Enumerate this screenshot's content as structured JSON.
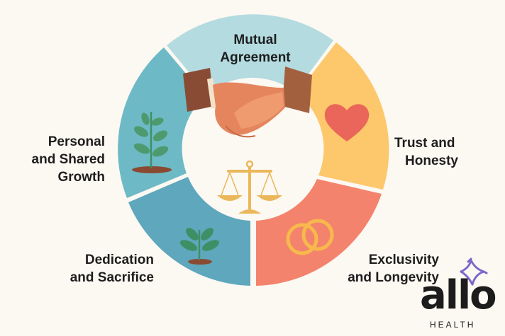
{
  "diagram": {
    "center_icon": "balance-scale-icon",
    "top_icon": "handshake-icon",
    "segments": [
      {
        "id": "mutual-agreement",
        "lines": [
          "Mutual",
          "Agreement"
        ],
        "color": "#b3dbe0",
        "icon": "handshake-icon"
      },
      {
        "id": "trust-honesty",
        "lines": [
          "Trust and",
          "Honesty"
        ],
        "color": "#fcc86b",
        "icon": "heart-icon"
      },
      {
        "id": "exclusivity-longevity",
        "lines": [
          "Exclusivity",
          "and Longevity"
        ],
        "color": "#f3836c",
        "icon": "rings-icon"
      },
      {
        "id": "dedication-sacrifice",
        "lines": [
          "Dedication",
          "and Sacrifice"
        ],
        "color": "#5ea7bd",
        "icon": "sprout-icon"
      },
      {
        "id": "personal-shared-growth",
        "lines": [
          "Personal",
          "and Shared",
          "Growth"
        ],
        "color": "#6dbac6",
        "icon": "plant-icon"
      }
    ]
  },
  "logo": {
    "word": "allo",
    "sub": "HEALTH",
    "accent": "#7b68c9"
  }
}
